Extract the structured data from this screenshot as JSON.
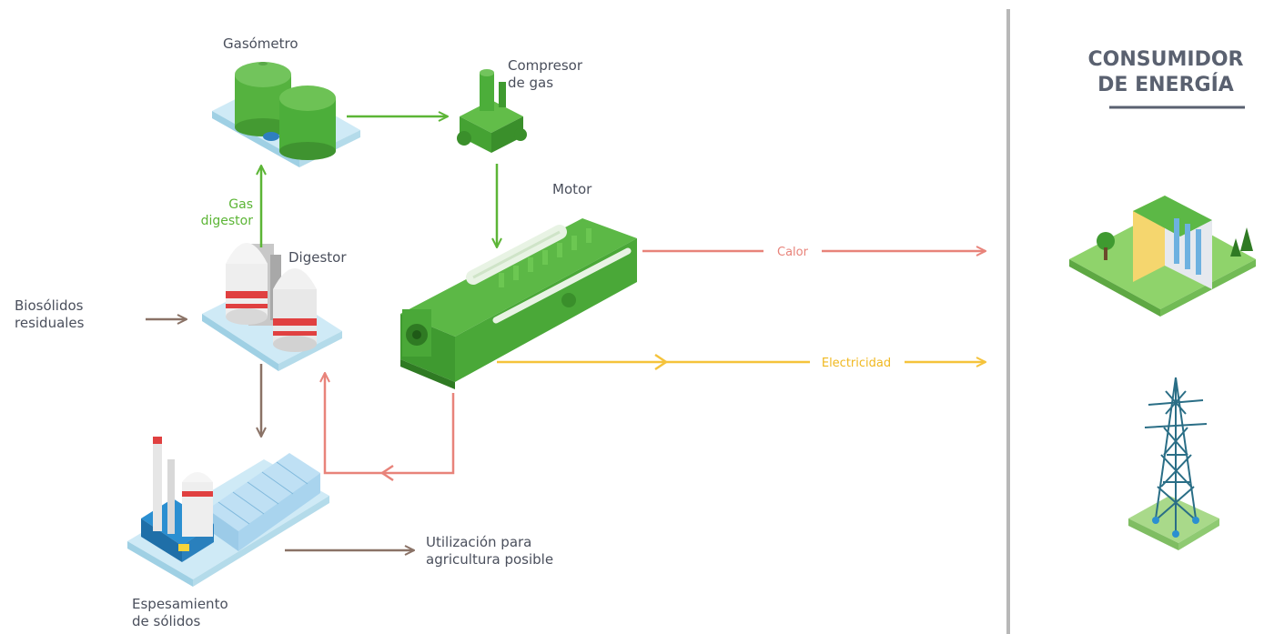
{
  "labels": {
    "gasometro": "Gasómetro",
    "compresor_1": "Compresor",
    "compresor_2": "de gas",
    "motor": "Motor",
    "digestor": "Digestor",
    "gas_digestor_1": "Gas",
    "gas_digestor_2": "digestor",
    "biosolidos_1": "Biosólidos",
    "biosolidos_2": "residuales",
    "espesamiento_1": "Espesamiento",
    "espesamiento_2": "de sólidos",
    "utilizacion_1": "Utilización para",
    "utilizacion_2": "agricultura posible",
    "calor": "Calor",
    "electricidad": "Electricidad"
  },
  "consumer": {
    "title_1": "CONSUMIDOR",
    "title_2": "DE ENERGÍA"
  },
  "colors": {
    "gas_flow": "#5cb536",
    "heat_flow": "#e8837a",
    "electricity_flow": "#f5c33b",
    "sludge_flow": "#8a7266",
    "divider": "#b8b8b8",
    "equipment_green": "#4cae3a",
    "platform_blue": "#bfe3f2",
    "tank_white": "#eeeeee",
    "tank_red": "#e04040"
  }
}
